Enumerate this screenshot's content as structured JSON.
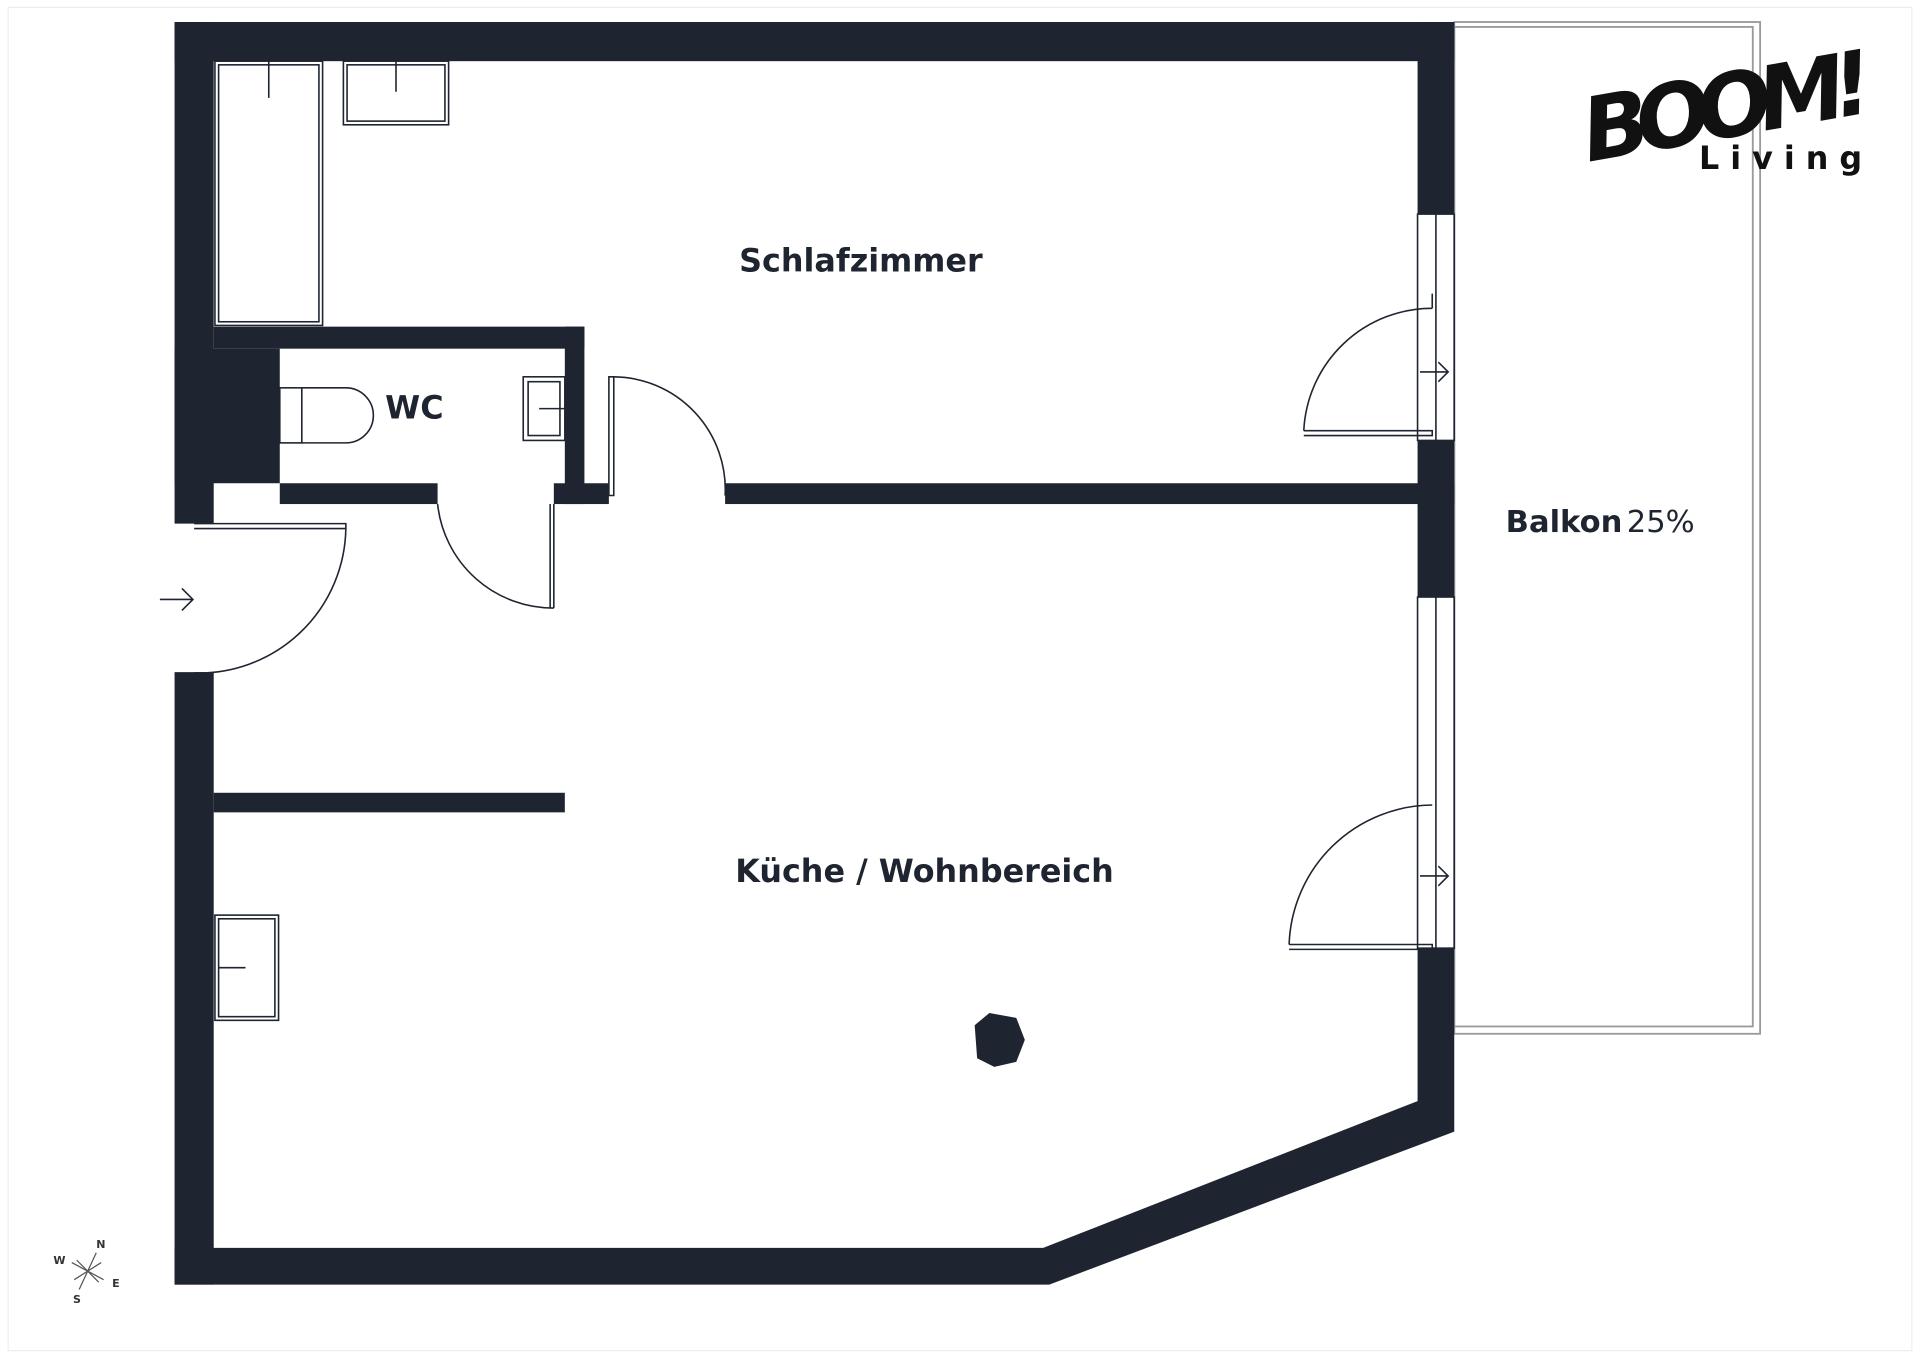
{
  "rooms": {
    "bedroom": "Schlafzimmer",
    "wc": "WC",
    "kitchen_living": "Küche / Wohnbereich",
    "balcony": "Balkon",
    "balcony_share": "25%"
  },
  "logo": {
    "brand": "BOOM!",
    "sub": "Living"
  },
  "compass": {
    "n": "N",
    "e": "E",
    "s": "S",
    "w": "W"
  },
  "colors": {
    "wall": "#1e2530"
  }
}
